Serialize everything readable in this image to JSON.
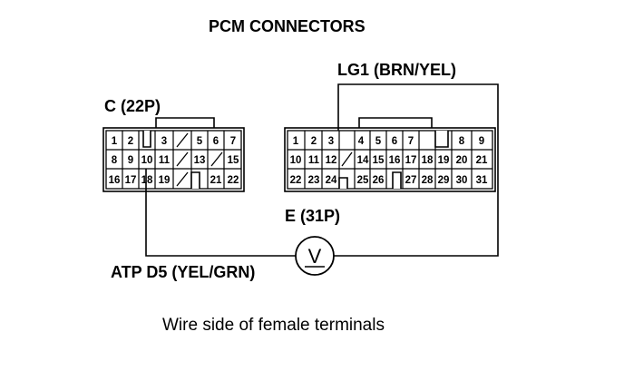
{
  "title": "PCM CONNECTORS",
  "connector_c": {
    "label": "C (22P)",
    "rows": [
      [
        "1",
        "2",
        "",
        "3",
        "/",
        "5",
        "6",
        "7"
      ],
      [
        "8",
        "9",
        "10",
        "11",
        "/",
        "13",
        "/",
        "15"
      ],
      [
        "16",
        "17",
        "18",
        "19",
        "/",
        "",
        "21",
        "22"
      ]
    ]
  },
  "connector_e": {
    "label": "E (31P)",
    "rows": [
      [
        "1",
        "2",
        "3",
        "4",
        "5",
        "6",
        "7",
        "",
        "8",
        "9"
      ],
      [
        "10",
        "11",
        "12",
        "/",
        "14",
        "15",
        "16",
        "17",
        "18",
        "19",
        "20",
        "21"
      ],
      [
        "22",
        "23",
        "24",
        "",
        "25",
        "26",
        "",
        "27",
        "28",
        "29",
        "30",
        "31"
      ]
    ]
  },
  "wire_top_label": "LG1 (BRN/YEL)",
  "wire_bottom_label": "ATP D5 (YEL/GRN)",
  "meter_symbol": "V",
  "caption": "Wire side of female terminals",
  "colors": {
    "ink": "#000000",
    "background": "#ffffff"
  }
}
